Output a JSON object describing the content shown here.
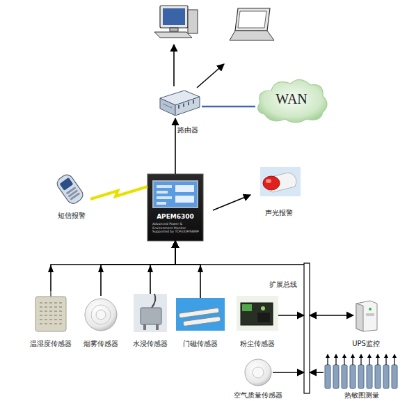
{
  "diagram": {
    "nodes": [
      {
        "text": [
          "路由器"
        ]
      },
      {
        "text": [
          "WAN"
        ]
      },
      {
        "text": [
          "短信报警"
        ]
      },
      {
        "text": [
          "APEM6300",
          "Advanced Power & Environment Monitor Supported by TCP/UDP/SNMP"
        ]
      },
      {
        "text": [
          "声光报警"
        ]
      },
      {
        "text": [
          "扩展总线"
        ]
      },
      {
        "text": [
          "温湿度传感器"
        ]
      },
      {
        "text": [
          "烟雾传感器"
        ]
      },
      {
        "text": [
          "水浸传感器"
        ]
      },
      {
        "text": [
          "门磁传感器"
        ]
      },
      {
        "text": [
          "粉尘传感器"
        ]
      },
      {
        "text": [
          "UPS监控"
        ]
      },
      {
        "text": [
          "空气质量传感器"
        ]
      },
      {
        "text": [
          "热敏图测量"
        ]
      }
    ],
    "edges": [
      {
        "from": 0,
        "to": 1,
        "arrow": "none"
      },
      {
        "from": 3,
        "to": 0,
        "arrow": "to"
      },
      {
        "from": 2,
        "to": 3,
        "arrow": "none"
      },
      {
        "from": 3,
        "to": 4,
        "arrow": "to"
      },
      {
        "from": 5,
        "to": 3,
        "arrow": "to"
      },
      {
        "from": 6,
        "to": 3,
        "arrow": "to"
      },
      {
        "from": 7,
        "to": 3,
        "arrow": "to"
      },
      {
        "from": 8,
        "to": 3,
        "arrow": "to"
      },
      {
        "from": 9,
        "to": 3,
        "arrow": "to"
      },
      {
        "from": 10,
        "to": 5,
        "arrow": "to"
      },
      {
        "from": 11,
        "to": 5,
        "arrow": "both"
      },
      {
        "from": 12,
        "to": 5,
        "arrow": "to"
      },
      {
        "from": 13,
        "to": 5,
        "arrow": "to"
      }
    ]
  }
}
